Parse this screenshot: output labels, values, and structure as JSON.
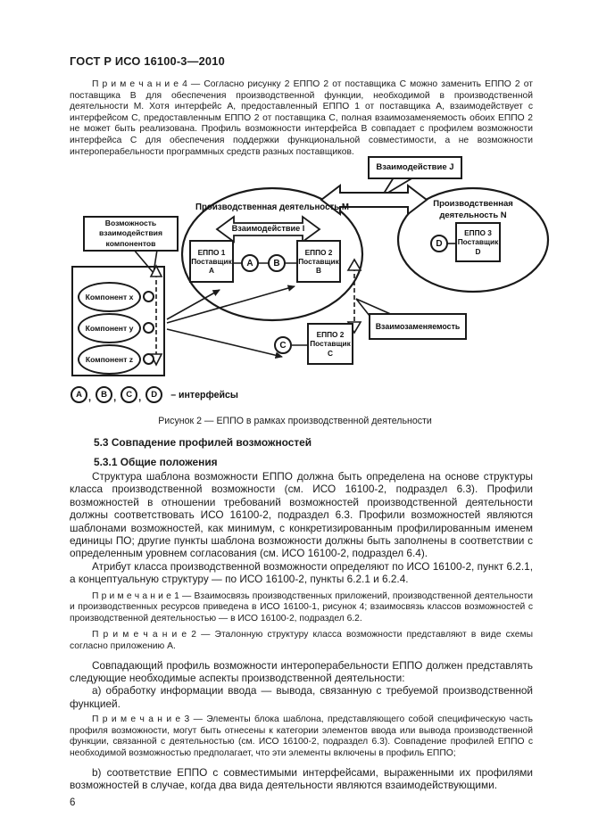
{
  "page": {
    "header": "ГОСТ Р ИСО 16100-3—2010",
    "number": "6"
  },
  "note4": "П р и м е ч а н и е   4 — Согласно рисунку 2 ЕППО 2 от поставщика С можно заменить ЕППО 2 от поставщика В для обеспечения производственной функции, необходимой в производственной деятельности М. Хотя интерфейс А, предоставленный ЕППО 1 от поставщика А, взаимодействует с интерфейсом С, предоставленным ЕППО 2 от поставщика С, полная взаимозаменяемость обоих ЕППО 2 не может быть реализована. Профиль возможности интерфейса В совпадает с профилем возможности интерфейса С для обеспечения поддержки функциональной совместимости, а не возможности интероперабельности программных средств разных поставщиков.",
  "figure": {
    "caption": "Рисунок 2 — ЕППО в рамках производственной деятельности",
    "interaction_j": "Взаимодействие J",
    "interaction_i": "Взаимодействие I",
    "activity_m": "Производственная деятельность М",
    "activity_n_line1": "Производственная",
    "activity_n_line2": "деятельность N",
    "capability_callout_line1": "Возможность",
    "capability_callout_line2": "взаимодействия",
    "capability_callout_line3": "компонентов",
    "interchangeability": "Взаимозаменяемость",
    "eppo1": {
      "title": "ЕППО 1",
      "supplier": "Поставщик",
      "letter": "А"
    },
    "eppo2b": {
      "title": "ЕППО 2",
      "supplier": "Поставщик",
      "letter": "В"
    },
    "eppo2c": {
      "title": "ЕППО 2",
      "supplier": "Поставщик",
      "letter": "С"
    },
    "eppo3": {
      "title": "ЕППО 3",
      "supplier": "Поставщик",
      "letter": "D"
    },
    "iface_a": "А",
    "iface_b": "В",
    "iface_c": "С",
    "iface_d": "D",
    "components": {
      "x": "Компонент x",
      "y": "Компонент y",
      "z": "Компонент z"
    },
    "legend": {
      "items": [
        {
          "letter": "А"
        },
        {
          "letter": "В"
        },
        {
          "letter": "С"
        },
        {
          "letter": "D"
        }
      ],
      "comma": ",",
      "label": "– интерфейсы"
    }
  },
  "sections": {
    "s53": "5.3 Совпадение профилей возможностей",
    "s531": "5.3.1 Общие положения",
    "para1": "Структура шаблона возможности ЕППО должна быть определена на основе структуры класса производственной возможности (см. ИСО 16100-2, подраздел 6.3). Профили возможностей в отношении требований возможностей производственной деятельности должны соответствовать ИСО 16100-2, подраздел 6.3. Профили возможностей являются шаблонами возможностей, как минимум, с конкретизированным профилированным именем единицы ПО; другие пункты шаблона возможности должны быть заполнены в соответствии с определенным уровнем согласования (см. ИСО 16100-2, подраздел 6.4).",
    "para2": "Атрибут класса производственной возможности определяют по ИСО 16100-2, пункт 6.2.1, а концептуальную структуру — по ИСО 16100-2, пункты 6.2.1 и 6.2.4.",
    "note1": "П р и м е ч а н и е   1 — Взаимосвязь производственных приложений, производственной деятельности и производственных ресурсов приведена в ИСО 16100-1, рисунок 4; взаимосвязь классов возможностей с производственной деятельностью — в ИСО 16100-2, подраздел 6.2.",
    "note2": "П р и м е ч а н и е   2 — Эталонную структуру класса возможности представляют в виде схемы согласно приложению А.",
    "para3": "Совпадающий профиль возможности интероперабельности ЕППО должен представлять следующие необходимые аспекты производственной деятельности:",
    "item_a": "а) обработку информации ввода — вывода, связанную с требуемой производственной функцией.",
    "note3": "П р и м е ч а н и е   3 — Элементы блока шаблона, представляющего собой специфическую часть профиля возможности, могут быть отнесены к категории элементов ввода или вывода производственной функции, связанной с деятельностью (см. ИСО 16100-2, подраздел 6.3). Совпадение профилей ЕППО с необходимой возможностью предполагает, что эти элементы включены в профиль ЕППО;",
    "item_b": "b) соответствие ЕППО с совместимыми интерфейсами, выраженными их профилями возможностей в случае, когда два вида деятельности являются взаимодействующими."
  }
}
